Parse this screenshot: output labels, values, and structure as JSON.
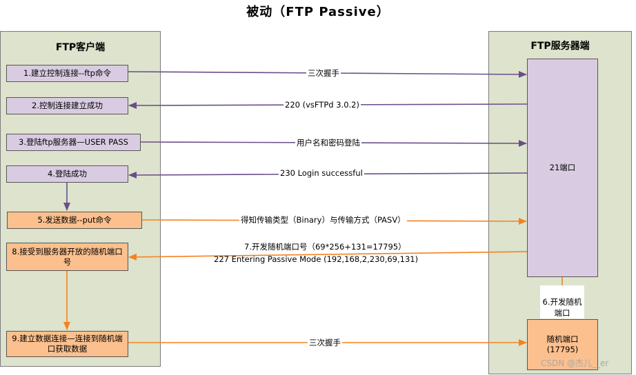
{
  "title": "被动（FTP Passive）",
  "client": {
    "title": "FTP客户端",
    "steps": [
      "1.建立控制连接--ftp命令",
      "2.控制连接建立成功",
      "3.登陆ftp服务器—USER PASS",
      "4.登陆成功",
      "5.发送数据--put命令",
      "8.接受到服务器开放的随机端口号",
      "9.建立数据连接—连接到随机端口获取数据"
    ]
  },
  "server": {
    "title": "FTP服务器端",
    "port21": "21端口",
    "open_random": "6.开发随机端口",
    "random_port": "随机端口\n(17795)"
  },
  "messages": [
    "三次握手",
    "220 (vsFTPd 3.0.2)",
    "用户名和密码登陆",
    "230 Login successful",
    "得知传输类型（Binary）与传输方式（PASV）",
    "7.开发随机端口号（69*256+131=17795）",
    "227 Entering Passive Mode (192,168,2,230,69,131)",
    "三次握手"
  ],
  "watermark": "CSDN @杰儿__er",
  "colors": {
    "purple_arrow": "#6a4e8c",
    "orange_arrow": "#f58220",
    "panel_fill": "#dde3cc",
    "purple_box": "#d9cce2",
    "orange_box": "#fbc08e"
  }
}
